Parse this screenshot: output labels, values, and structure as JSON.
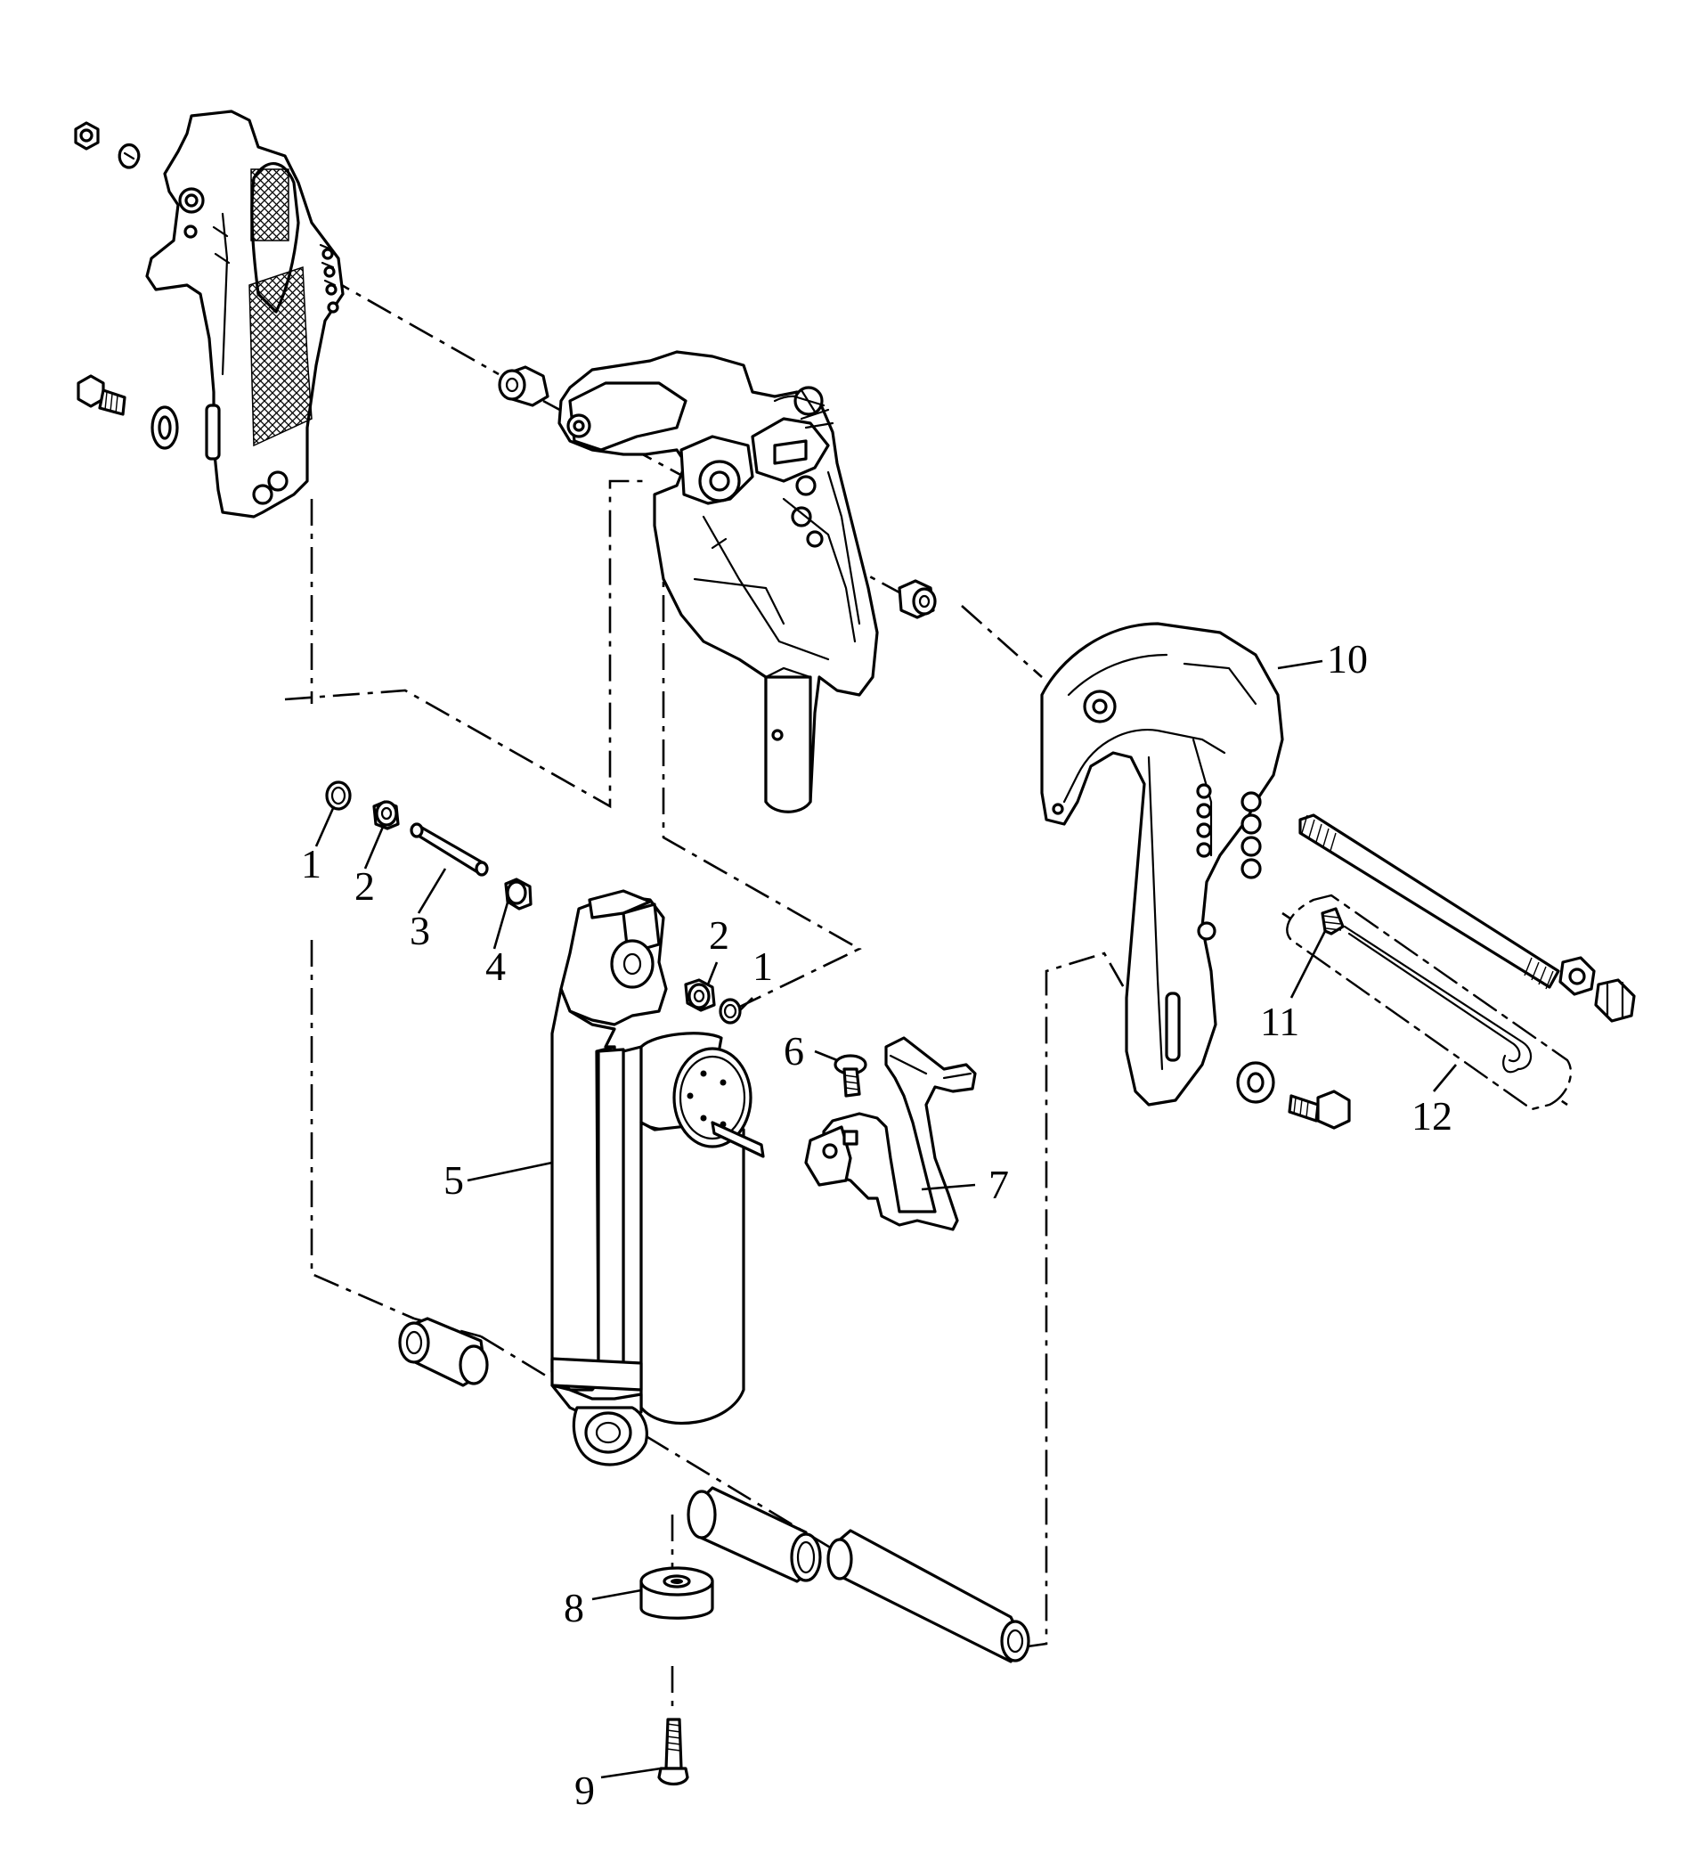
{
  "callouts": [
    {
      "id": "1a",
      "text": "1"
    },
    {
      "id": "2a",
      "text": "2"
    },
    {
      "id": "3",
      "text": "3"
    },
    {
      "id": "4",
      "text": "4"
    },
    {
      "id": "2b",
      "text": "2"
    },
    {
      "id": "1b",
      "text": "1"
    },
    {
      "id": "5",
      "text": "5"
    },
    {
      "id": "6",
      "text": "6"
    },
    {
      "id": "7",
      "text": "7"
    },
    {
      "id": "8",
      "text": "8"
    },
    {
      "id": "9",
      "text": "9"
    },
    {
      "id": "10",
      "text": "10"
    },
    {
      "id": "11",
      "text": "11"
    },
    {
      "id": "12",
      "text": "12"
    }
  ],
  "colors": {
    "ink": "#000000",
    "paper": "#ffffff"
  }
}
